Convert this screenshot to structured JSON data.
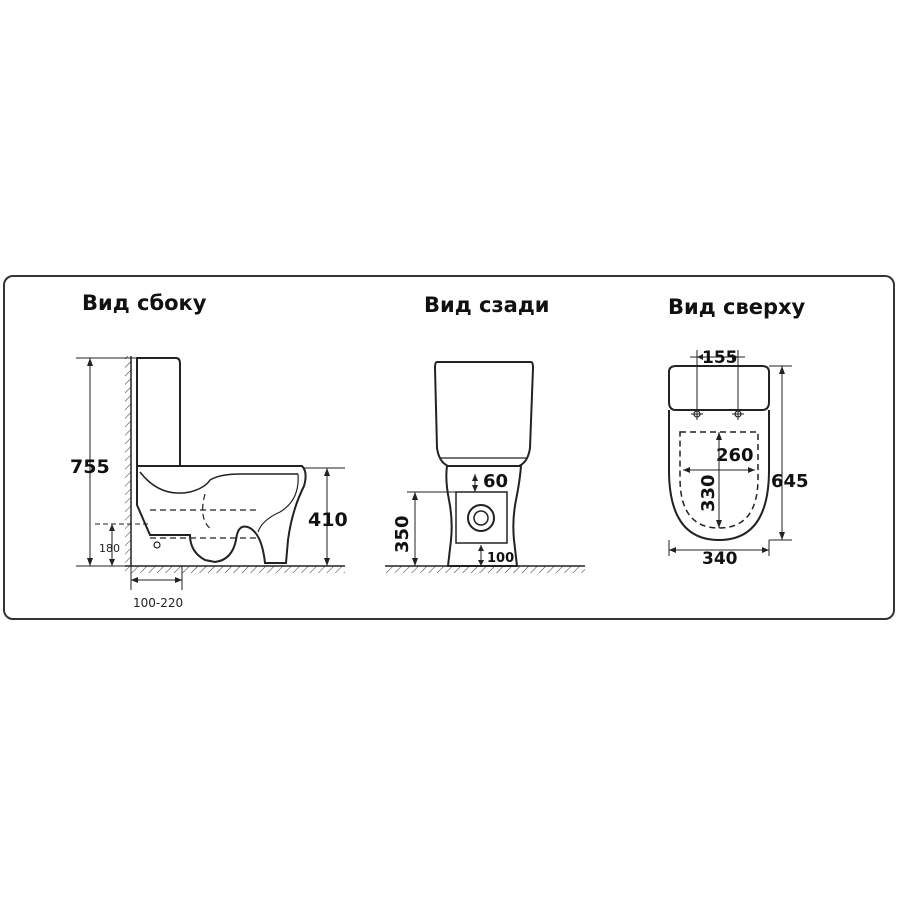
{
  "views": {
    "side": {
      "title": "Вид сбоку"
    },
    "back": {
      "title": "Вид сзади"
    },
    "top": {
      "title": "Вид сверху"
    }
  },
  "dimensions": {
    "side_height": "755",
    "side_seat_height": "410",
    "side_outlet_height": "180",
    "side_wall_distance": "100-220",
    "back_inlet_offset": "60",
    "back_inlet_height": "350",
    "back_bottom_offset": "100",
    "top_holes_distance": "155",
    "top_seat_width": "260",
    "top_seat_length": "330",
    "top_length": "645",
    "top_width": "340"
  }
}
